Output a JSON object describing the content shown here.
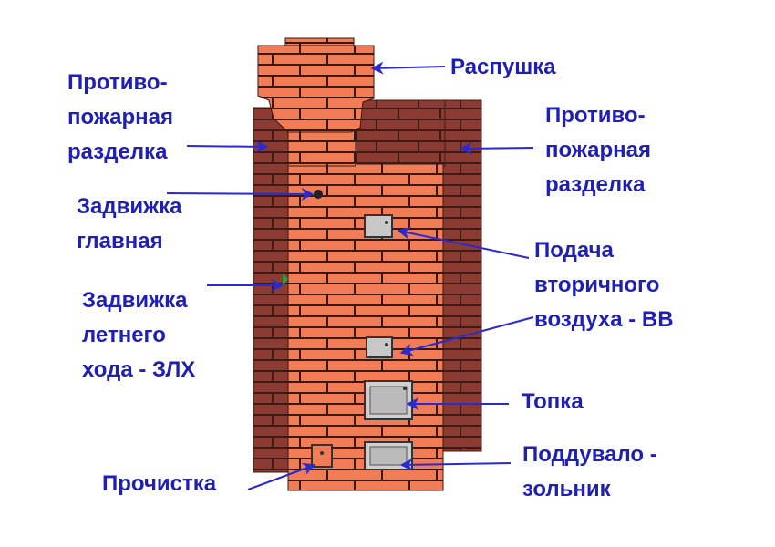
{
  "colors": {
    "label": "#1f1fb4",
    "arrow": "#2a2ad0",
    "brick_orange": "#f27c55",
    "brick_dark": "#8b3b32",
    "mortar": "#3a1810",
    "door": "#c8c8c8"
  },
  "labels": {
    "fire_break_left": [
      "Противо-",
      "пожарная",
      "разделка"
    ],
    "corbel": "Распушка",
    "fire_break_right": [
      "Противо-",
      "пожарная",
      "разделка"
    ],
    "main_damper": [
      "Задвижка",
      "главная"
    ],
    "summer_damper": [
      "Задвижка",
      "летнего",
      "хода - ЗЛХ"
    ],
    "secondary_air": [
      "Подача",
      "вторичного",
      "воздуха - ВВ"
    ],
    "firebox": "Топка",
    "ash_pit": [
      "Поддувало -",
      "зольник"
    ],
    "cleanout": "Прочистка"
  }
}
